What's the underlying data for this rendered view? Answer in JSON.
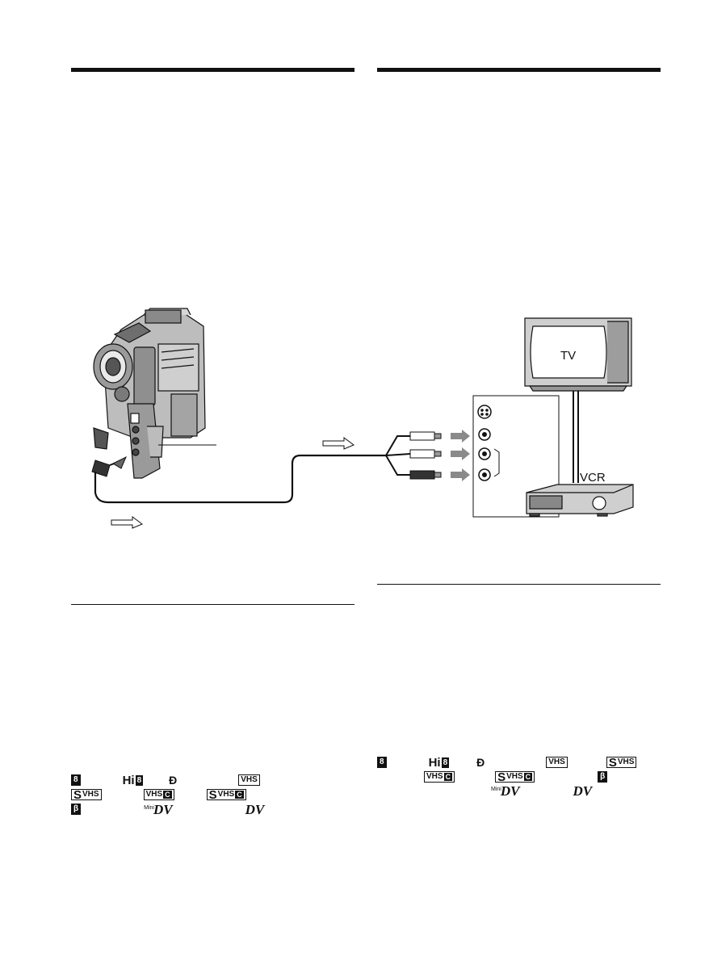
{
  "diagram": {
    "tv_label": "TV",
    "vcr_label": "VCR"
  },
  "logos": {
    "video8": "8",
    "hi8": "Hi",
    "hi8_digit": "8",
    "digital8": "Ð",
    "vhs": "VHS",
    "svhs_s": "S",
    "svhs": "VHS",
    "vhsc": "VHS",
    "vhsc_c": "C",
    "svhsc_s": "S",
    "svhsc": "VHS",
    "svhsc_c": "C",
    "betamax": "β",
    "minidv_mini": "Mini",
    "minidv": "DV",
    "dv": "DV"
  }
}
